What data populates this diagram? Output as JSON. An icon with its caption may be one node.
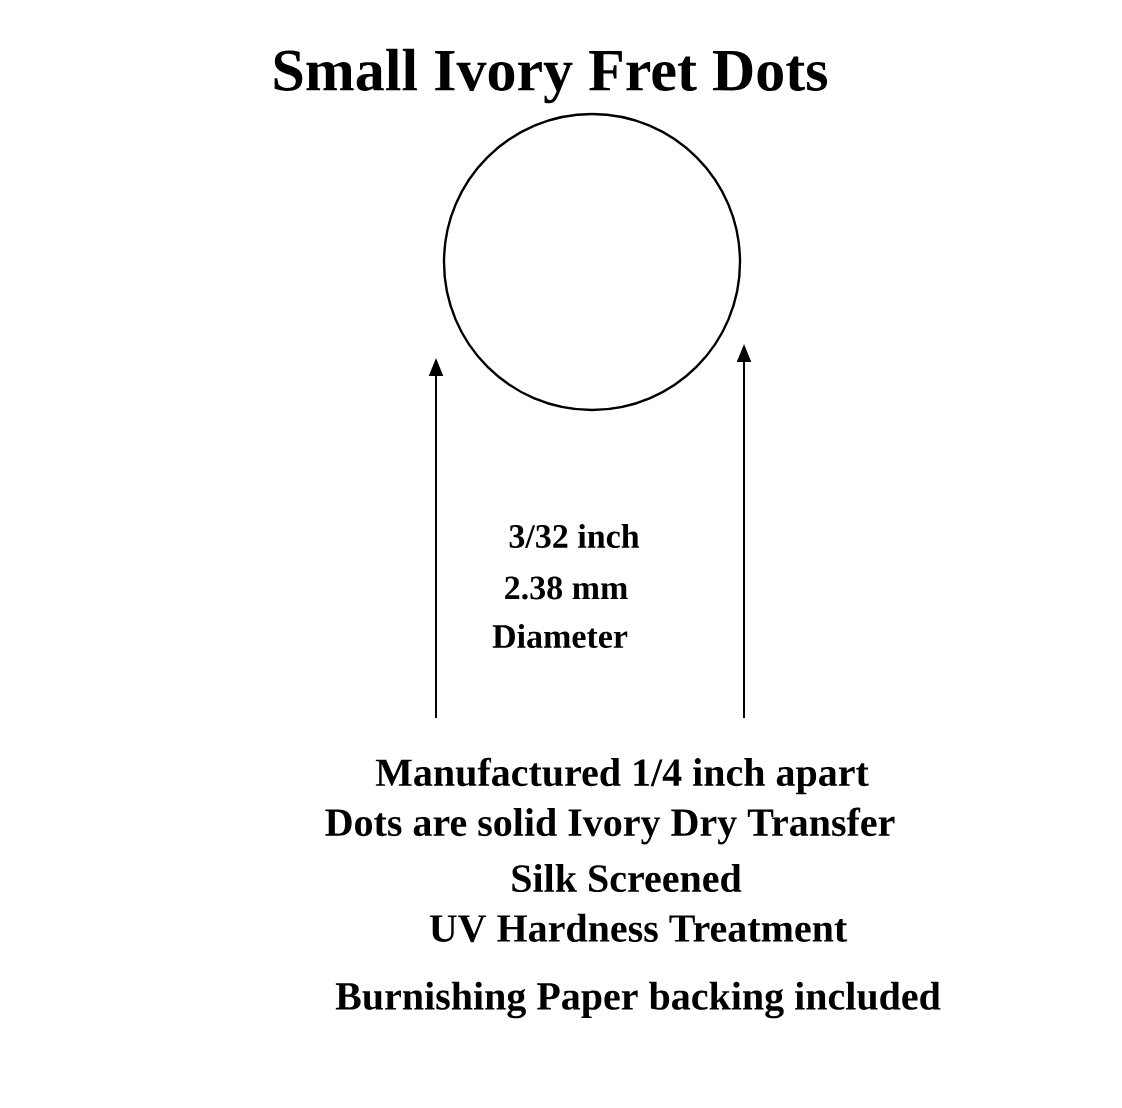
{
  "diagram": {
    "title": "Small Ivory Fret Dots",
    "nodes": [
      {
        "text": [],
        "shape": "circle"
      }
    ],
    "labels": [
      "3/32 inch",
      "2.38 mm",
      "Diameter",
      "Manufactured  1/4 inch apart",
      "Dots are solid Ivory Dry Transfer",
      "Silk Screened",
      "UV Hardness Treatment",
      "Burnishing Paper backing included"
    ]
  }
}
